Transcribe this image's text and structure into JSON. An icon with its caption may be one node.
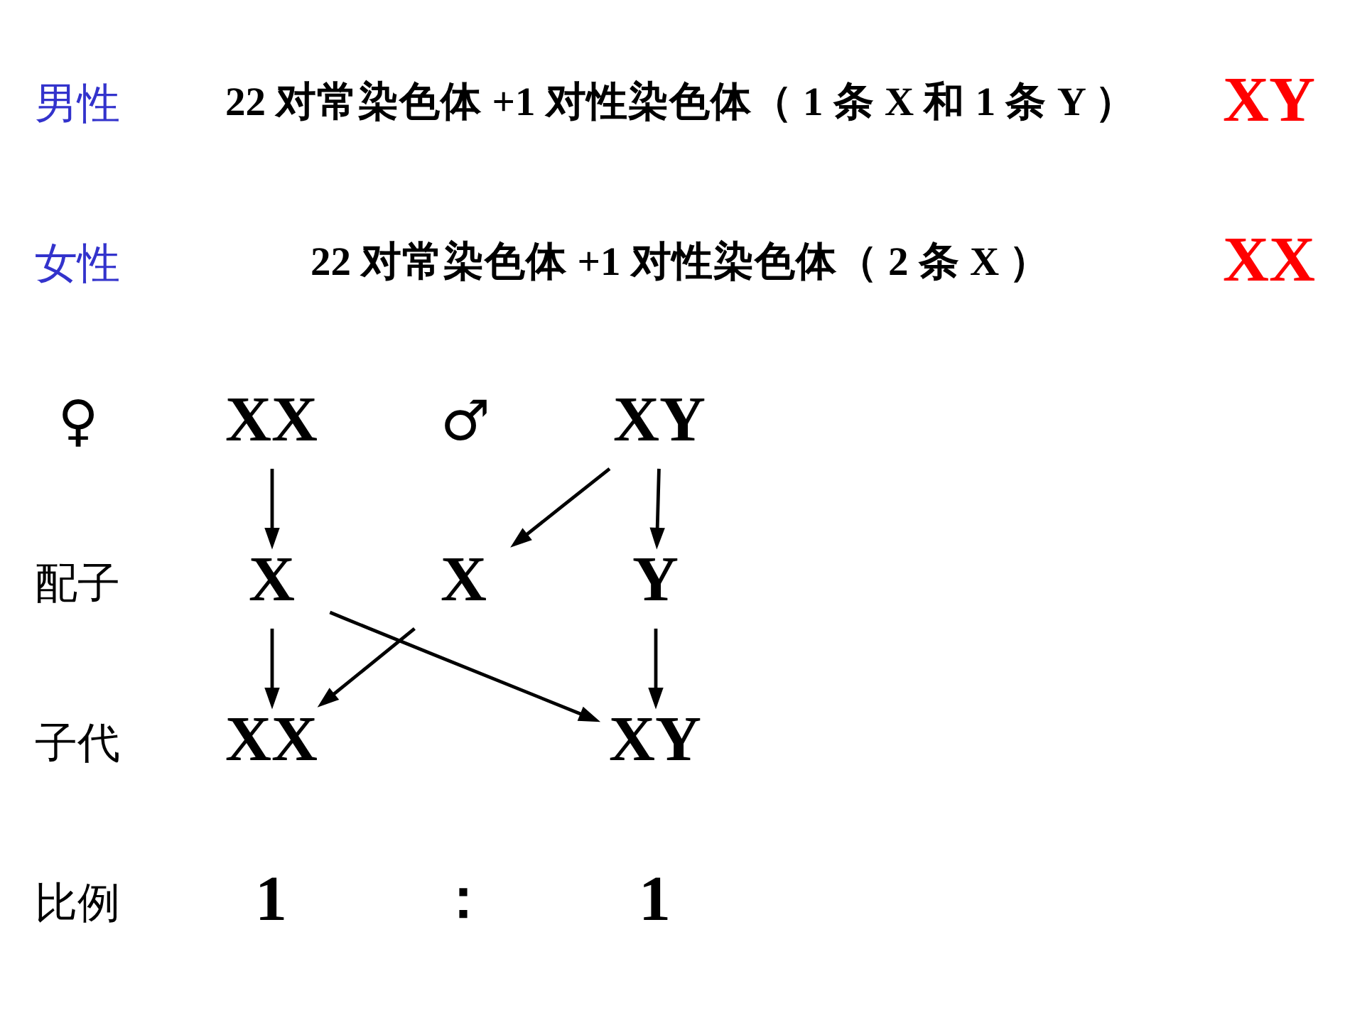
{
  "diagram": {
    "nodes": [
      {
        "text": [
          "XX"
        ]
      },
      {
        "text": [
          "XY"
        ]
      },
      {
        "text": [
          "X"
        ]
      },
      {
        "text": [
          "X"
        ]
      },
      {
        "text": [
          "Y"
        ]
      },
      {
        "text": [
          "XX"
        ]
      },
      {
        "text": [
          "XY"
        ]
      }
    ],
    "edges": [
      {
        "from": 0,
        "to": 2,
        "arrow": "to"
      },
      {
        "from": 1,
        "to": 3,
        "arrow": "to"
      },
      {
        "from": 1,
        "to": 4,
        "arrow": "to"
      },
      {
        "from": 2,
        "to": 5,
        "arrow": "to"
      },
      {
        "from": 2,
        "to": 6,
        "arrow": "to"
      },
      {
        "from": 3,
        "to": 5,
        "arrow": "to"
      },
      {
        "from": 4,
        "to": 6,
        "arrow": "to"
      }
    ],
    "labels": [
      "男性",
      "22 对常染色体 +1 对性染色体（ 1 条 X 和 1 条 Y ）",
      "XY",
      "女性",
      "22 对常染色体 +1 对性染色体（ 2 条 X ）",
      "XX",
      "♀",
      "♂",
      "配子",
      "子代",
      "比例",
      "1",
      "：",
      "1"
    ]
  }
}
